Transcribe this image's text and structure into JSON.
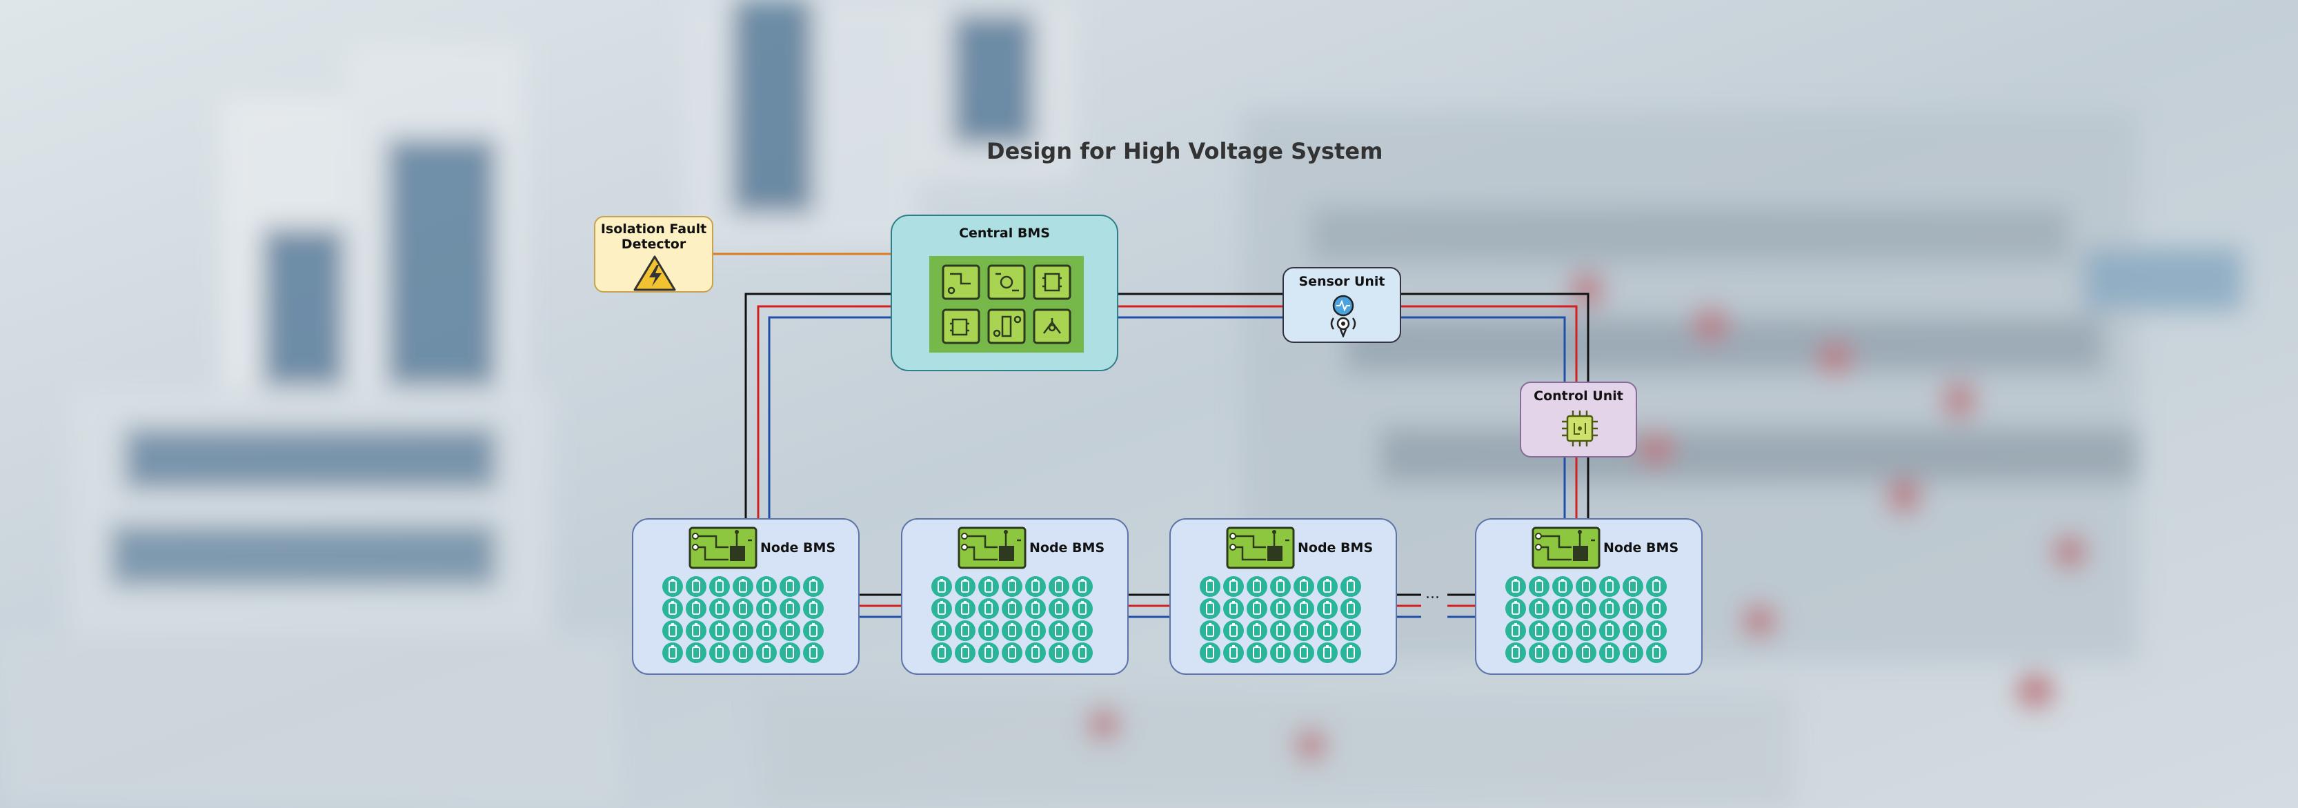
{
  "diagram": {
    "title": "Design for High Voltage System",
    "components": {
      "isolation": {
        "label": "Isolation Fault Detector",
        "label_lines": [
          "Isolation Fault",
          "Detector"
        ],
        "icon": "lightning-warning-icon"
      },
      "central": {
        "label": "Central BMS",
        "icon": "circuit-board-icon"
      },
      "sensor": {
        "label": "Sensor Unit",
        "icon": "sensor-icon"
      },
      "control": {
        "label": "Control Unit",
        "icon": "microchip-icon"
      }
    },
    "nodes": [
      {
        "label": "Node BMS",
        "icon": "circuit-board-icon"
      },
      {
        "label": "Node BMS",
        "icon": "circuit-board-icon"
      },
      {
        "label": "Node BMS",
        "icon": "circuit-board-icon"
      },
      {
        "label": "Node BMS",
        "icon": "circuit-board-icon"
      }
    ],
    "ellipsis": "...",
    "battery_icon": "battery-cell-icon"
  },
  "colors": {
    "wire_black": "#111111",
    "wire_red": "#d21f1f",
    "wire_blue": "#1f4fa8",
    "wire_orange": "#e07a1f",
    "cell_teal": "#2ab59a",
    "board_green": "#8dc63f"
  }
}
